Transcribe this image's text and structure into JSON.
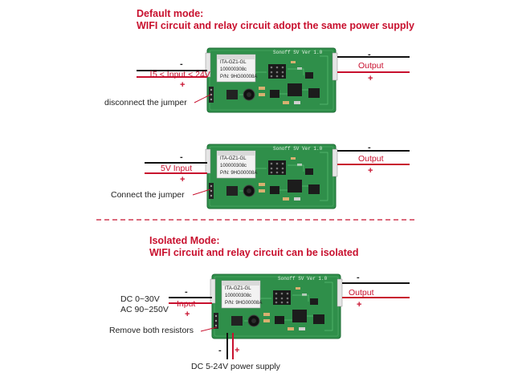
{
  "sections": {
    "default": {
      "title": "Default mode:",
      "subtitle": "WIFI circuit and relay circuit adopt the same power supply",
      "board1": {
        "input_label": "5 < Input < 24V",
        "output_label": "Output",
        "jumper_label": "disconnect the jumper"
      },
      "board2": {
        "input_label": "5V Input",
        "output_label": "Output",
        "jumper_label": "Connect the jumper"
      }
    },
    "isolated": {
      "title": "Isolated Mode:",
      "subtitle": "WIFI circuit and relay circuit can be isolated",
      "dc_label": "DC 0~30V",
      "ac_label": "AC 90~250V",
      "input_label": "Input",
      "output_label": "Output",
      "resistor_label": "Remove both resistors",
      "power_label": "DC 5-24V power supply"
    }
  },
  "board": {
    "title": "Sonoff  SV  Ver 1.0",
    "module_line1": "ITA-GZ1-GL",
    "module_line2": "100000308c",
    "module_line3": "P/N: 9HG00008A"
  },
  "signs": {
    "minus": "-",
    "plus": "+"
  },
  "colors": {
    "accent": "#c8102e",
    "board": "#2e8b48",
    "board_dark": "#1f6e37",
    "wire_black": "#111111"
  }
}
